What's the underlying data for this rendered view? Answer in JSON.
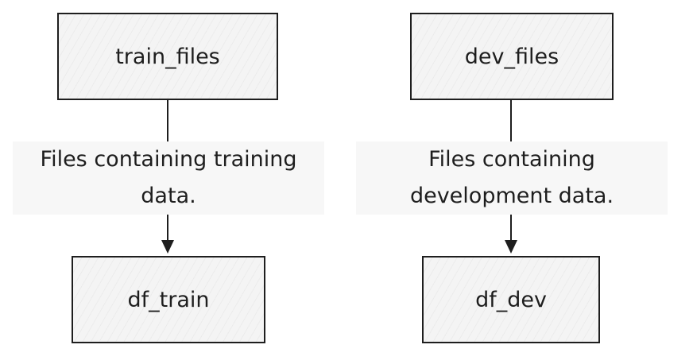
{
  "nodes": {
    "train_files": "train_files",
    "dev_files": "dev_files",
    "df_train": "df_train",
    "df_dev": "df_dev"
  },
  "edges": {
    "train_label": "Files containing training data.",
    "dev_label": "Files containing development data."
  }
}
